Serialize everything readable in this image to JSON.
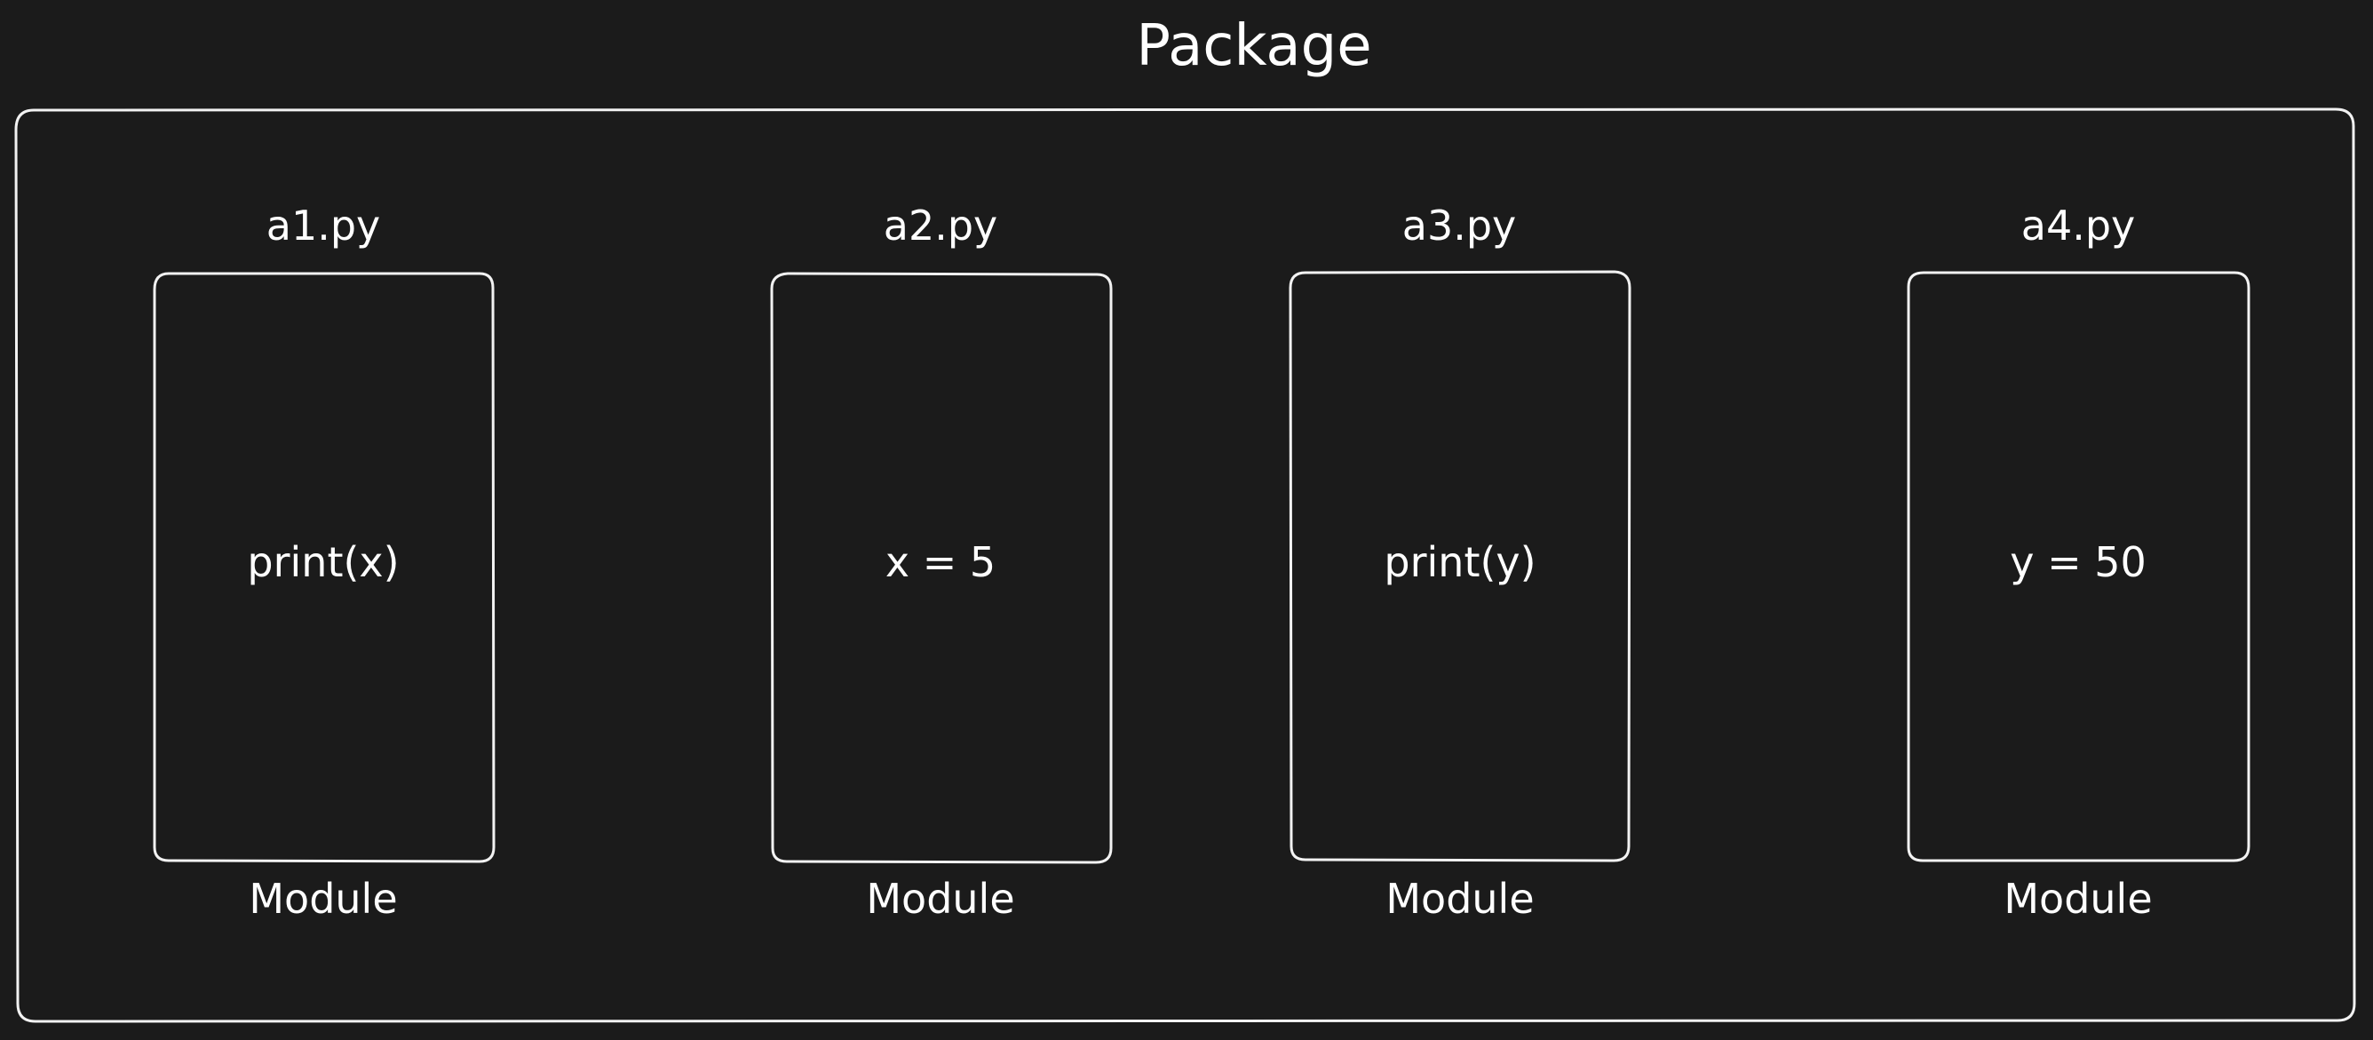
{
  "title": "Package",
  "modules": [
    {
      "filename": "a1.py",
      "code": "print(x)",
      "label": "Module"
    },
    {
      "filename": "a2.py",
      "code": "x = 5",
      "label": "Module"
    },
    {
      "filename": "a3.py",
      "code": "print(y)",
      "label": "Module"
    },
    {
      "filename": "a4.py",
      "code": "y = 50",
      "label": "Module"
    }
  ],
  "colors": {
    "background": "#1b1b1b",
    "stroke": "#f2f2f2",
    "text": "#ffffff"
  }
}
